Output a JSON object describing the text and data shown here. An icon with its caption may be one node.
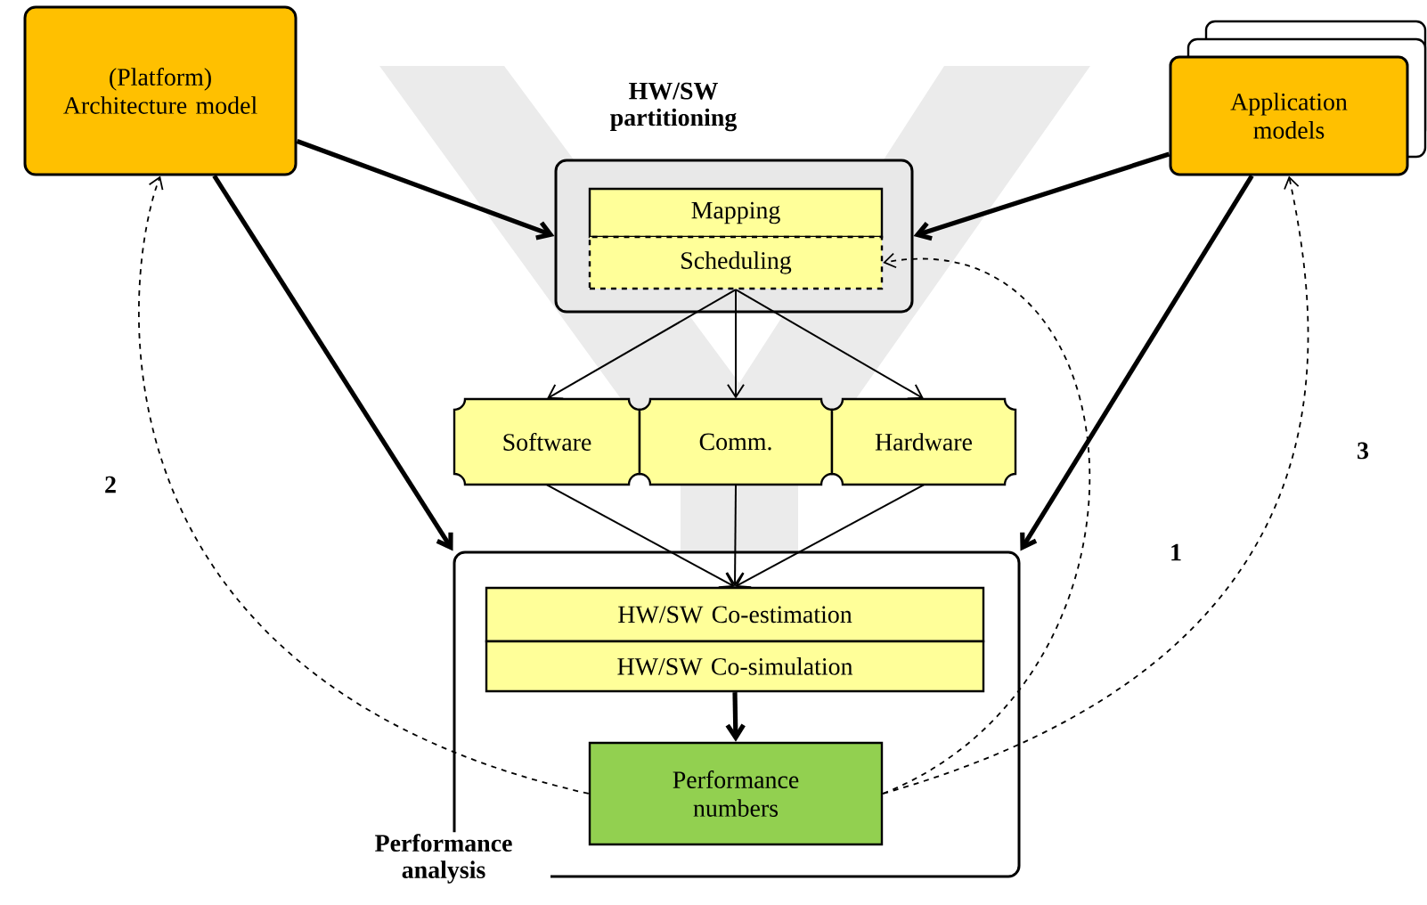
{
  "diagram": {
    "nodes": [
      {
        "text": [
          "(Platform) Architecture model"
        ]
      },
      {
        "text": [
          "Application models"
        ]
      },
      {
        "text": [
          "HW/SW partitioning"
        ]
      },
      {
        "text": [
          "Mapping"
        ],
        "in": 2
      },
      {
        "text": [
          "Scheduling"
        ],
        "in": 2
      },
      {
        "text": [
          "Software"
        ]
      },
      {
        "text": [
          "Comm."
        ]
      },
      {
        "text": [
          "Hardware"
        ]
      },
      {
        "text": [
          "Performance analysis"
        ]
      },
      {
        "text": [
          "HW/SW Co-estimation"
        ],
        "in": 8
      },
      {
        "text": [
          "HW/SW Co-simulation"
        ],
        "in": 8
      },
      {
        "text": [
          "Performance numbers"
        ],
        "in": 8
      }
    ],
    "edges": [
      {
        "from": 0,
        "to": 2,
        "arrow": "to",
        "style": "thick"
      },
      {
        "from": 1,
        "to": 2,
        "arrow": "to",
        "style": "thick"
      },
      {
        "from": 4,
        "to": 5,
        "arrow": "to"
      },
      {
        "from": 4,
        "to": 6,
        "arrow": "to"
      },
      {
        "from": 4,
        "to": 7,
        "arrow": "to"
      },
      {
        "from": 0,
        "to": 8,
        "arrow": "to",
        "style": "thick"
      },
      {
        "from": 1,
        "to": 8,
        "arrow": "to",
        "style": "thick"
      },
      {
        "from": 5,
        "to": 9,
        "arrow": "to"
      },
      {
        "from": 6,
        "to": 9,
        "arrow": "to"
      },
      {
        "from": 7,
        "to": 9,
        "arrow": "to"
      },
      {
        "from": 10,
        "to": 11,
        "arrow": "to",
        "style": "thick"
      },
      {
        "from": 11,
        "to": 4,
        "arrow": "to",
        "style": "dashed",
        "label": "1"
      },
      {
        "from": 11,
        "to": 0,
        "arrow": "to",
        "style": "dashed",
        "label": "2"
      },
      {
        "from": 11,
        "to": 1,
        "arrow": "to",
        "style": "dashed",
        "label": "3"
      }
    ]
  }
}
